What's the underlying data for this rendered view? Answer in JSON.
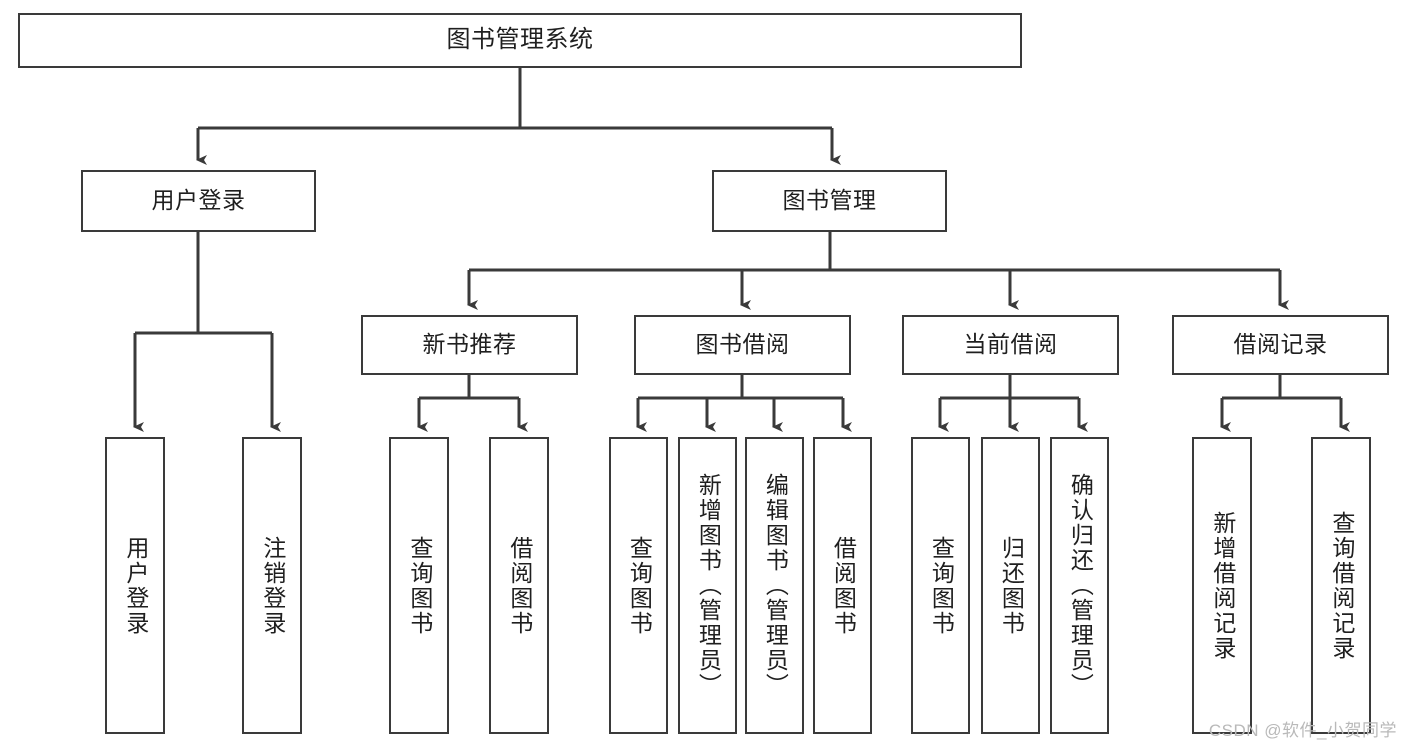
{
  "diagram": {
    "type": "tree",
    "title": "图书管理系统",
    "watermark": "CSDN @软件_小贺同学",
    "style": {
      "box_fill": "#ffffff",
      "box_stroke": "#3a3a3a",
      "line_color": "#3a3a3a",
      "text_color": "#1f1f1f",
      "watermark_color": "#b9b9b9",
      "background": "#ffffff"
    },
    "nodes": {
      "root": {
        "label": "图书管理系统"
      },
      "level1": [
        {
          "id": "user-login",
          "label": "用户登录"
        },
        {
          "id": "book-manage",
          "label": "图书管理"
        }
      ],
      "level2": [
        {
          "id": "new-book-recommend",
          "label": "新书推荐"
        },
        {
          "id": "book-borrow",
          "label": "图书借阅"
        },
        {
          "id": "current-borrow",
          "label": "当前借阅"
        },
        {
          "id": "borrow-record",
          "label": "借阅记录"
        }
      ],
      "leaves": {
        "user-login": [
          {
            "id": "leaf-user-login",
            "label": "用户登录"
          },
          {
            "id": "leaf-logout-login",
            "label": "注销登录"
          }
        ],
        "new-book-recommend": [
          {
            "id": "leaf-query-book-1",
            "label": "查询图书"
          },
          {
            "id": "leaf-borrow-book-1",
            "label": "借阅图书"
          }
        ],
        "book-borrow": [
          {
            "id": "leaf-query-book-2",
            "label": "查询图书"
          },
          {
            "id": "leaf-add-book",
            "label": "新增图书（管理员）"
          },
          {
            "id": "leaf-edit-book",
            "label": "编辑图书（管理员）"
          },
          {
            "id": "leaf-borrow-book-2",
            "label": "借阅图书"
          }
        ],
        "current-borrow": [
          {
            "id": "leaf-query-book-3",
            "label": "查询图书"
          },
          {
            "id": "leaf-return-book",
            "label": "归还图书"
          },
          {
            "id": "leaf-confirm-return",
            "label": "确认归还（管理员）"
          }
        ],
        "borrow-record": [
          {
            "id": "leaf-add-record",
            "label": "新增借阅记录"
          },
          {
            "id": "leaf-query-record",
            "label": "查询借阅记录"
          }
        ]
      }
    }
  }
}
